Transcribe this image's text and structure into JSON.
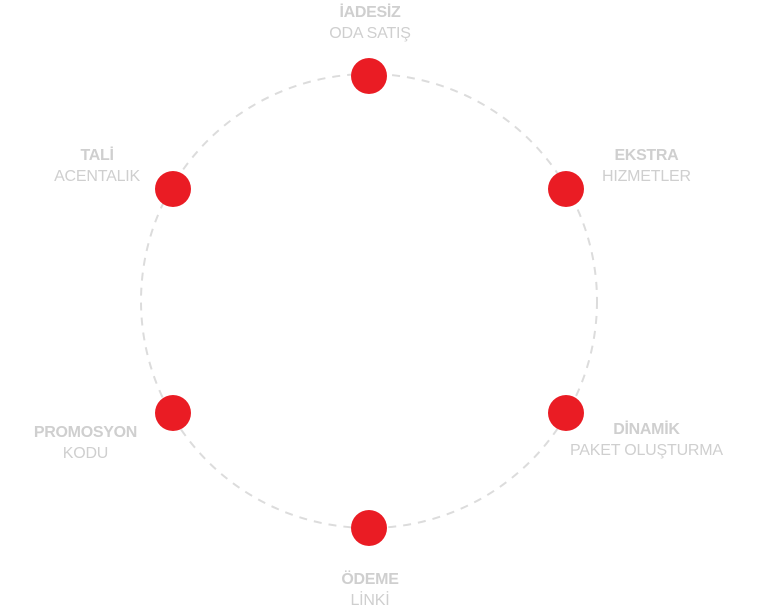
{
  "colors": {
    "node": "#ea1c24",
    "ring": "#dcdcdc",
    "label": "#cfcfcf"
  },
  "nodes": [
    {
      "id": "top",
      "title": "İADESİZ",
      "subtitle": "ODA SATIŞ"
    },
    {
      "id": "upper-right",
      "title": "EKSTRA",
      "subtitle": "HIZMETLER"
    },
    {
      "id": "lower-right",
      "title": "DİNAMİK",
      "subtitle": "PAKET OLUŞTURMA"
    },
    {
      "id": "bottom",
      "title": "ÖDEME",
      "subtitle": "LİNKİ"
    },
    {
      "id": "lower-left",
      "title": "PROMOSYON",
      "subtitle": "KODU"
    },
    {
      "id": "upper-left",
      "title": "TALİ",
      "subtitle": "ACENTALIK"
    }
  ]
}
